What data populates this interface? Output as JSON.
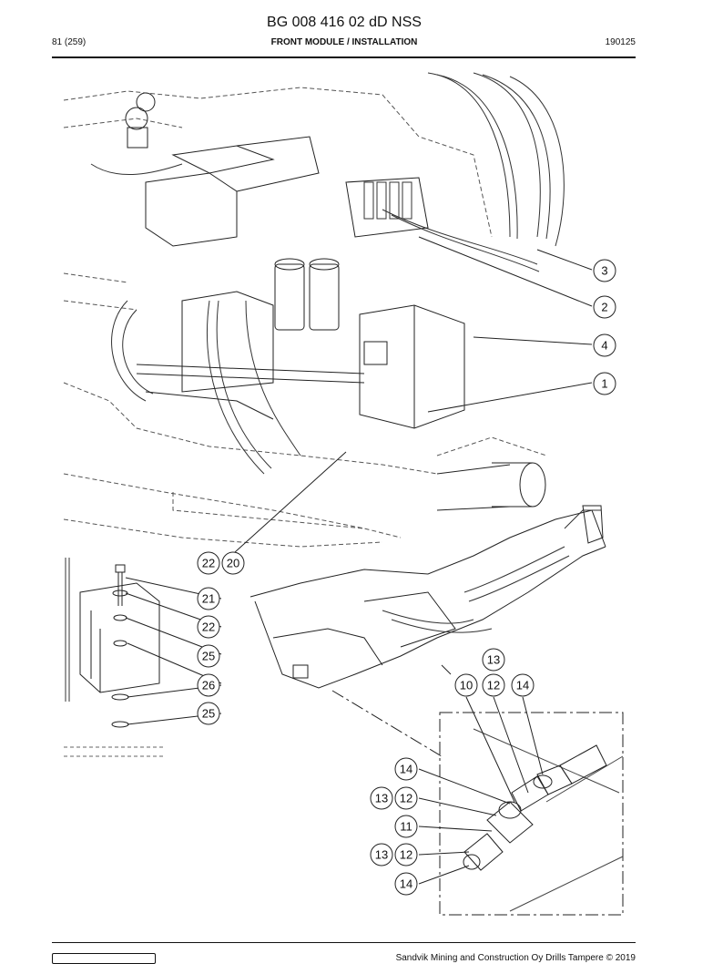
{
  "header": {
    "doc_number": "BG 008 416 02 dD NSS",
    "page": "81 (259)",
    "section": "FRONT MODULE / INSTALLATION",
    "date": "190125"
  },
  "callouts": {
    "c3": "3",
    "c2": "2",
    "c4": "4",
    "c1": "1",
    "c22a": "22",
    "c20": "20",
    "c21": "21",
    "c22b": "22",
    "c25a": "25",
    "c26": "26",
    "c25b": "25",
    "c13a": "13",
    "c10": "10",
    "c12a": "12",
    "c14a": "14",
    "c14b": "14",
    "c13b": "13",
    "c12b": "12",
    "c11": "11",
    "c13c": "13",
    "c12c": "12",
    "c14c": "14"
  },
  "footer": {
    "copyright": "Sandvik Mining and Construction Oy Drills Tampere © 2019"
  }
}
